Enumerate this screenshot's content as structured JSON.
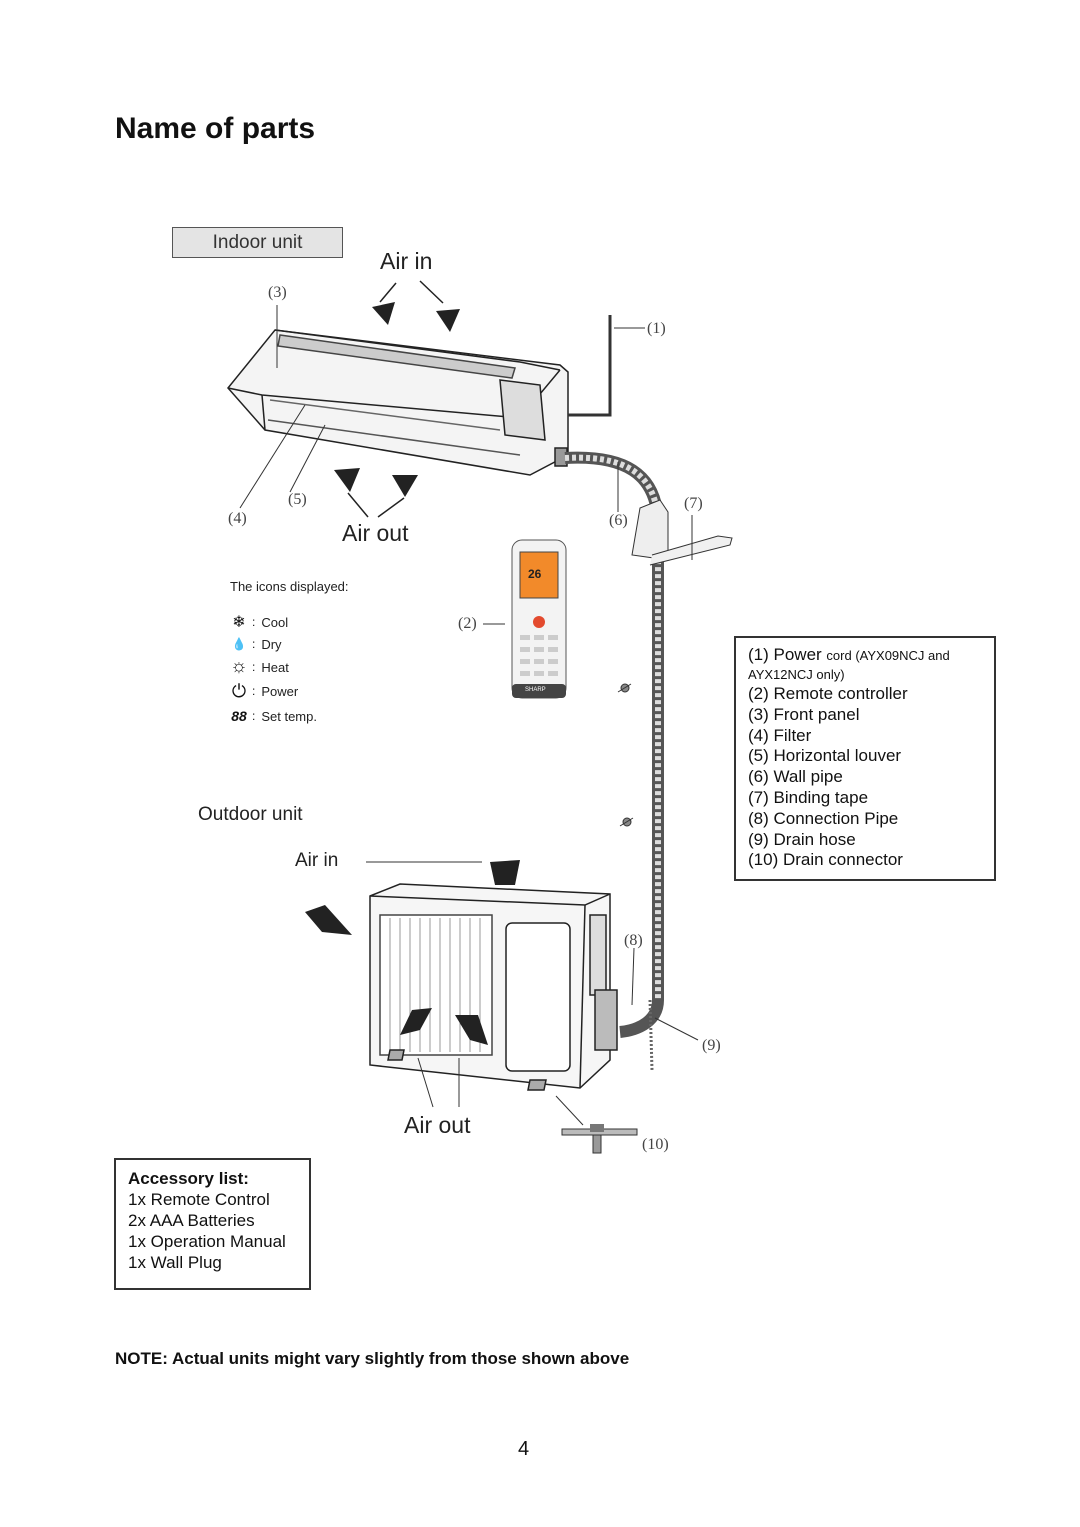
{
  "title": "Name of parts",
  "indoor": {
    "label": "Indoor unit",
    "air_in": "Air in",
    "air_out": "Air out"
  },
  "callouts": {
    "n1": "(1)",
    "n2": "(2)",
    "n3": "(3)",
    "n4": "(4)",
    "n5": "(5)",
    "n6": "(6)",
    "n7": "(7)",
    "n8": "(8)",
    "n9": "(9)",
    "n10": "(10)"
  },
  "icons": {
    "heading": "The icons displayed:",
    "items": [
      {
        "icon": "snowflake-icon",
        "glyph": "❄",
        "label": "Cool"
      },
      {
        "icon": "droplets-icon",
        "glyph": "💧",
        "label": "Dry"
      },
      {
        "icon": "sun-icon",
        "glyph": "☼",
        "label": "Heat"
      },
      {
        "icon": "power-icon",
        "glyph": "⏻",
        "label": "Power"
      },
      {
        "icon": "digits-icon",
        "glyph": "88",
        "label": "Set temp."
      }
    ],
    "separator": ":"
  },
  "remote_display": "26",
  "remote_brand": "SHARP",
  "outdoor": {
    "label": "Outdoor unit",
    "air_in": "Air in",
    "air_out": "Air out"
  },
  "parts_list": {
    "item1_main": "(1) Power",
    "item1_note": "cord (AYX09NCJ and AYX12NCJ only)",
    "items": [
      "(2) Remote controller",
      "(3) Front panel",
      "(4) Filter",
      "(5) Horizontal louver",
      "(6) Wall pipe",
      "(7) Binding tape",
      "(8) Connection Pipe",
      "(9) Drain hose",
      "(10) Drain connector"
    ]
  },
  "accessory_list": {
    "title": "Accessory list:",
    "items": [
      "1x Remote Control",
      "2x AAA Batteries",
      "1x Operation Manual",
      "1x Wall Plug"
    ]
  },
  "note": "NOTE: Actual units might vary slightly from those shown above",
  "page_number": "4"
}
